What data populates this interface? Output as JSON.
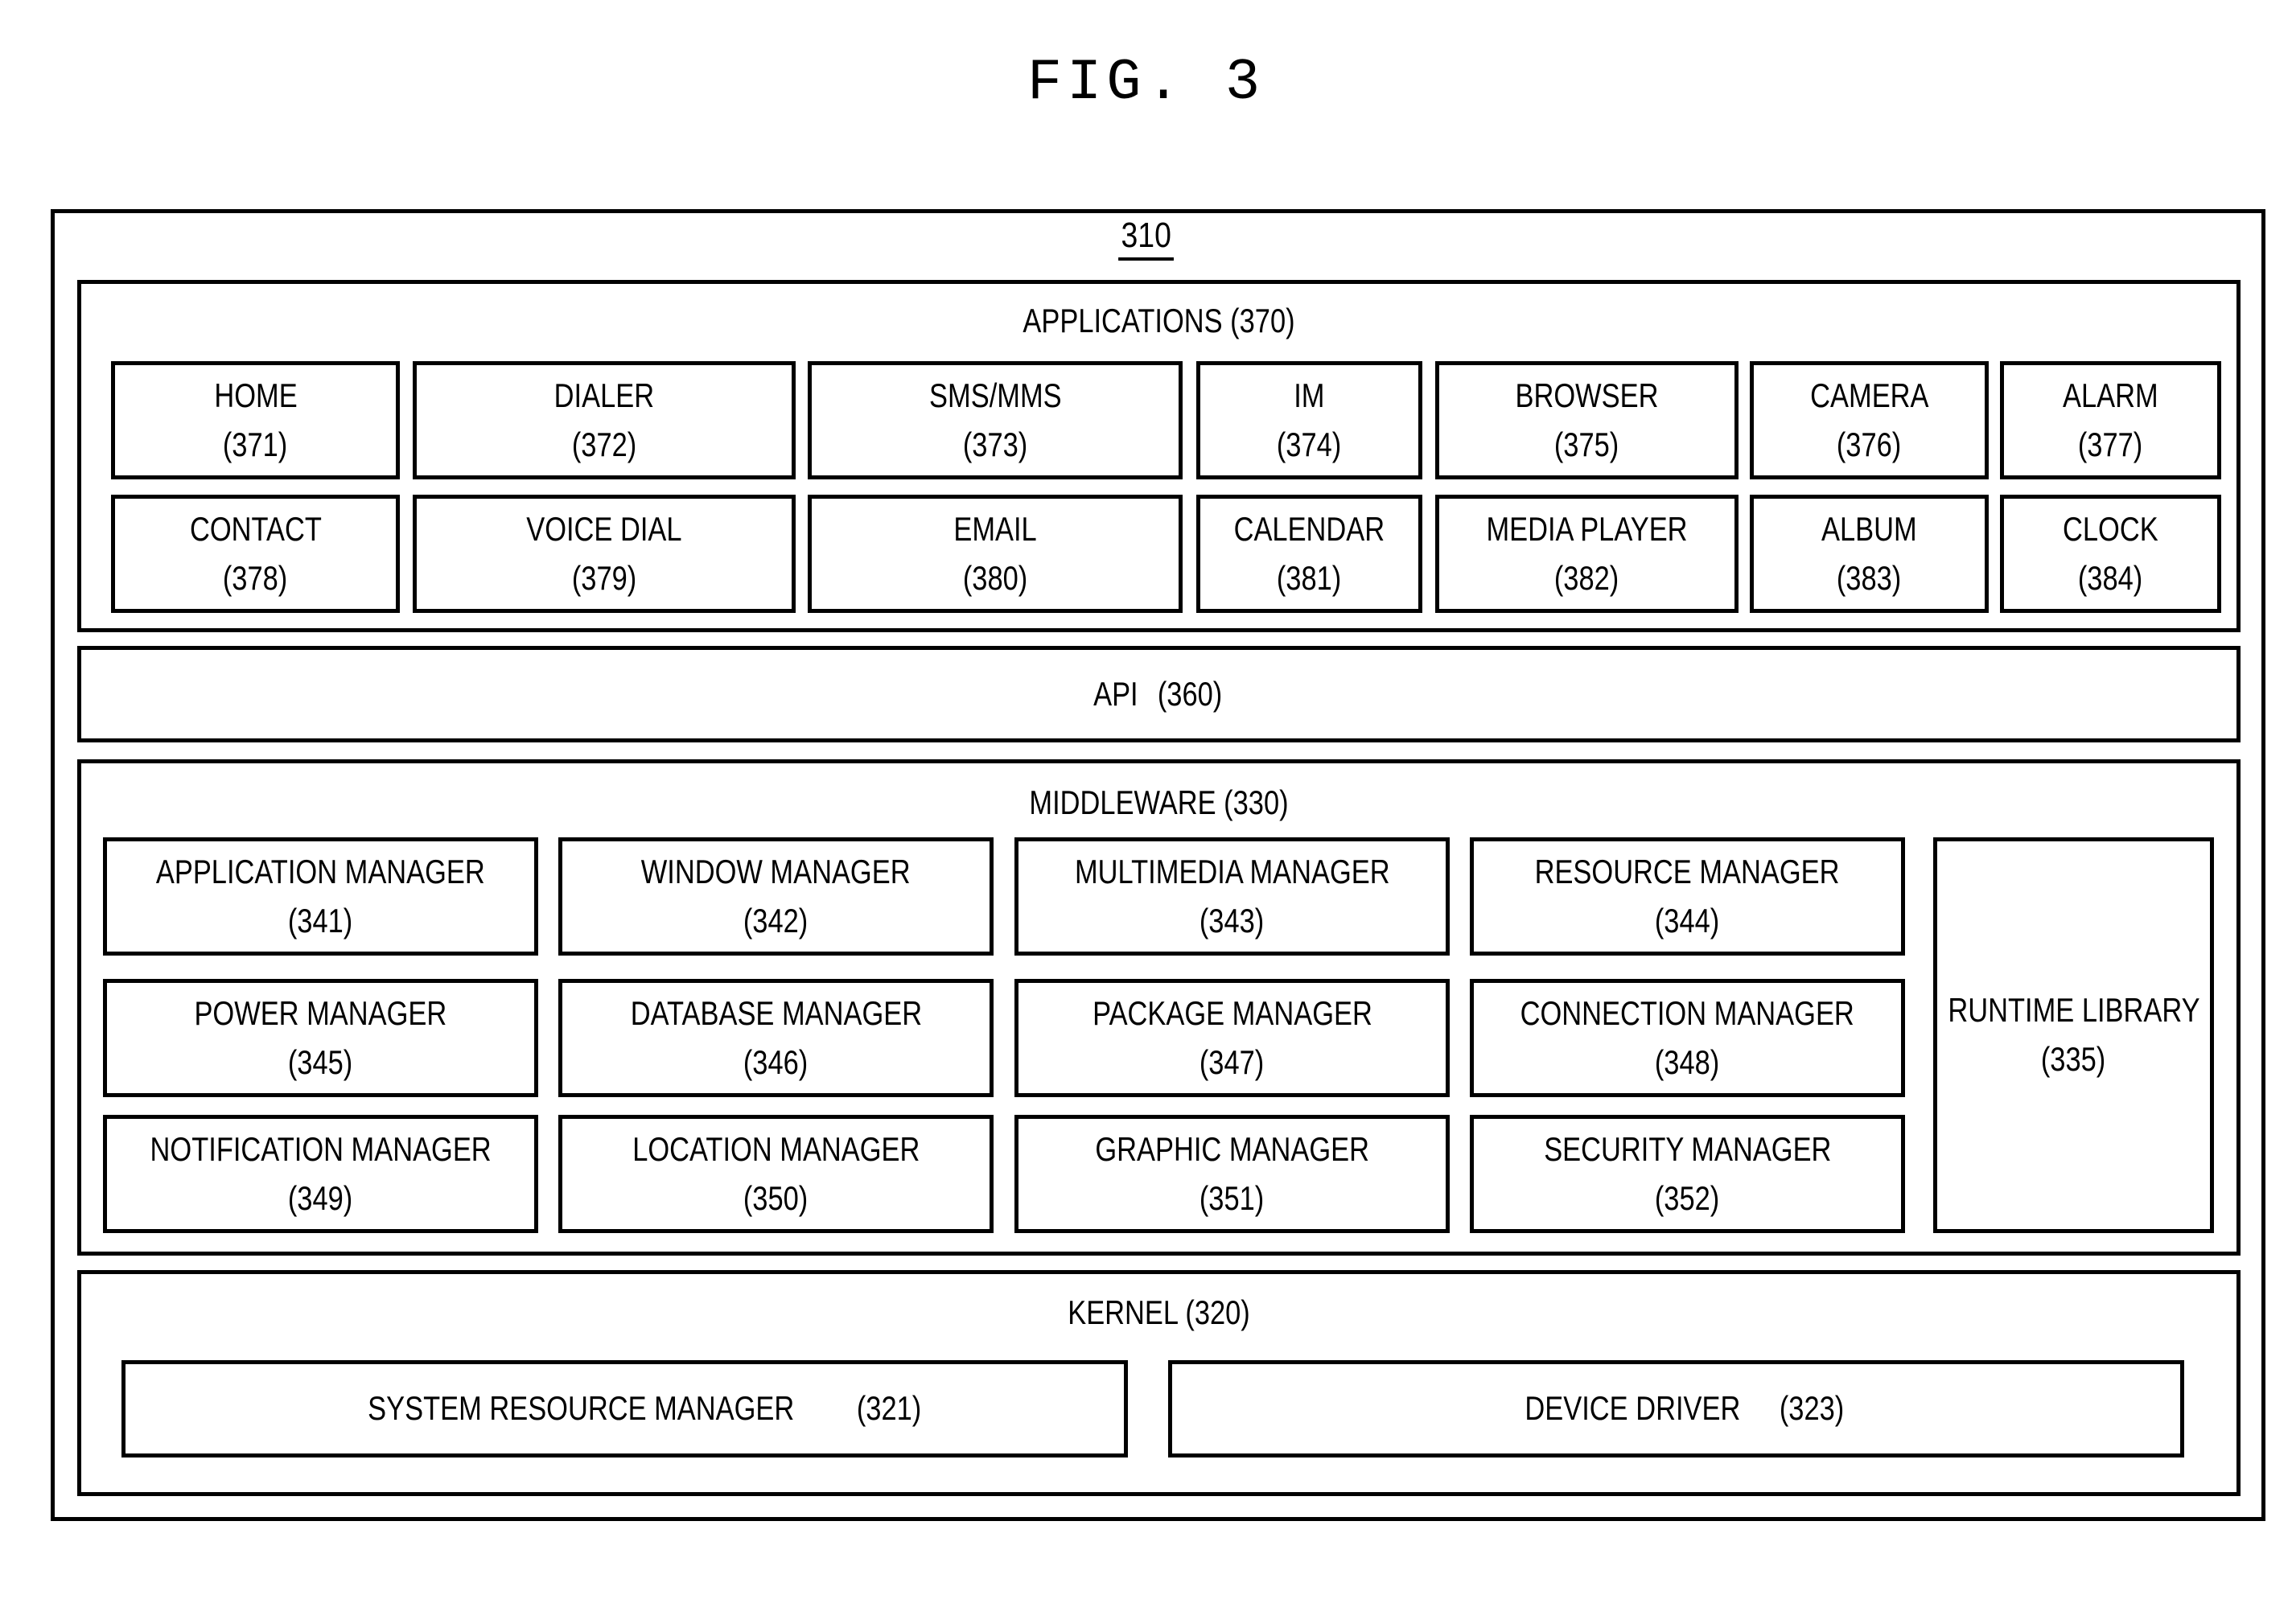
{
  "figure": {
    "title": "FIG. 3",
    "ref": "310"
  },
  "applications": {
    "label": "APPLICATIONS",
    "code": "(370)",
    "rows": [
      [
        {
          "name": "HOME",
          "code": "(371)"
        },
        {
          "name": "DIALER",
          "code": "(372)"
        },
        {
          "name": "SMS/MMS",
          "code": "(373)"
        },
        {
          "name": "IM",
          "code": "(374)"
        },
        {
          "name": "BROWSER",
          "code": "(375)"
        },
        {
          "name": "CAMERA",
          "code": "(376)"
        },
        {
          "name": "ALARM",
          "code": "(377)"
        }
      ],
      [
        {
          "name": "CONTACT",
          "code": "(378)"
        },
        {
          "name": "VOICE DIAL",
          "code": "(379)"
        },
        {
          "name": "EMAIL",
          "code": "(380)"
        },
        {
          "name": "CALENDAR",
          "code": "(381)"
        },
        {
          "name": "MEDIA PLAYER",
          "code": "(382)"
        },
        {
          "name": "ALBUM",
          "code": "(383)"
        },
        {
          "name": "CLOCK",
          "code": "(384)"
        }
      ]
    ]
  },
  "api": {
    "label": "API",
    "code": "(360)"
  },
  "middleware": {
    "label": "MIDDLEWARE",
    "code": "(330)",
    "rows": [
      [
        {
          "name": "APPLICATION MANAGER",
          "code": "(341)"
        },
        {
          "name": "WINDOW MANAGER",
          "code": "(342)"
        },
        {
          "name": "MULTIMEDIA MANAGER",
          "code": "(343)"
        },
        {
          "name": "RESOURCE MANAGER",
          "code": "(344)"
        }
      ],
      [
        {
          "name": "POWER MANAGER",
          "code": "(345)"
        },
        {
          "name": "DATABASE MANAGER",
          "code": "(346)"
        },
        {
          "name": "PACKAGE MANAGER",
          "code": "(347)"
        },
        {
          "name": "CONNECTION MANAGER",
          "code": "(348)"
        }
      ],
      [
        {
          "name": "NOTIFICATION MANAGER",
          "code": "(349)"
        },
        {
          "name": "LOCATION MANAGER",
          "code": "(350)"
        },
        {
          "name": "GRAPHIC MANAGER",
          "code": "(351)"
        },
        {
          "name": "SECURITY MANAGER",
          "code": "(352)"
        }
      ]
    ],
    "runtime": {
      "name": "RUNTIME LIBRARY",
      "code": "(335)"
    }
  },
  "kernel": {
    "label": "KERNEL",
    "code": "(320)",
    "items": [
      {
        "name": "SYSTEM RESOURCE MANAGER",
        "code": "(321)"
      },
      {
        "name": "DEVICE DRIVER",
        "code": "(323)"
      }
    ]
  }
}
